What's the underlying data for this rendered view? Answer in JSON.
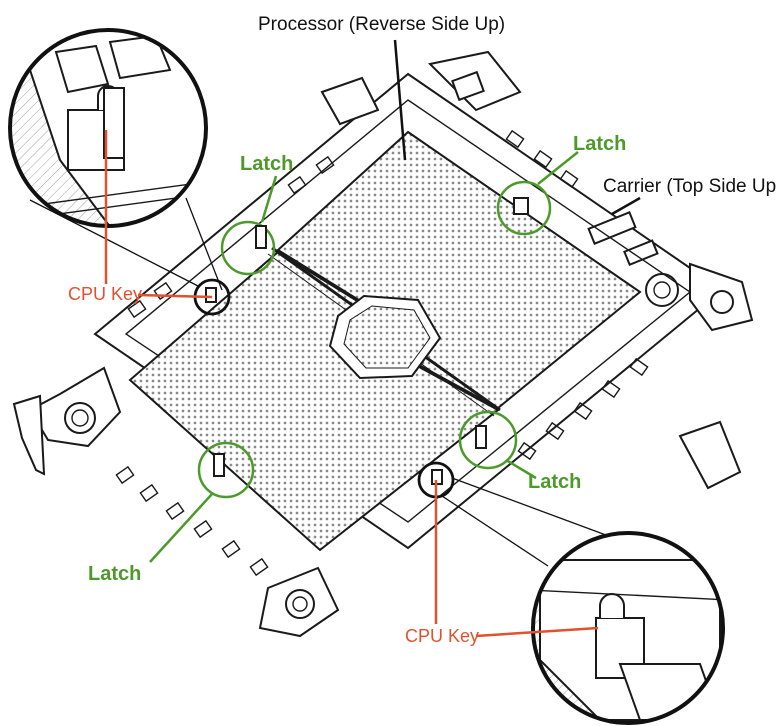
{
  "labels": {
    "processor": "Processor (Reverse Side Up)",
    "carrier": "Carrier (Top Side Up)",
    "latch_top_left": "Latch",
    "latch_top_right": "Latch",
    "latch_bottom_right": "Latch",
    "latch_bottom_left": "Latch",
    "cpu_key_left": "CPU Key",
    "cpu_key_right": "CPU Key"
  },
  "colors": {
    "latch": "#4c9a2a",
    "cpu_key": "#e0522f",
    "ink": "#1a1a1a"
  }
}
